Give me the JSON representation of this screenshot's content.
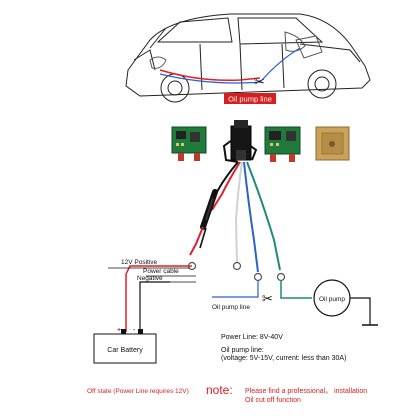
{
  "diagram": {
    "car_label": "Oil pump line",
    "labels": {
      "v12_positive": "12V Positive",
      "power_cable": "Power cable",
      "negative": "Negative",
      "oil_pump_line": "Oil pump line",
      "oil_pump": "Oil pump",
      "car_battery": "Car Battery",
      "plus": "+",
      "minus": "-"
    },
    "specs": {
      "power_line": "Power Line: 8V-40V",
      "oil_pump_line_title": "Oil pump line:",
      "oil_pump_line_detail": "(voltage: 5V-15V, current: less than 30A)"
    },
    "footer": {
      "off_state": "Off state (Power Line requires 12V)",
      "note_label": "note:",
      "note_line1": "Please find a professional， installation",
      "note_line2": "Oil cut off function"
    },
    "colors": {
      "red": "#e0202a",
      "black": "#111111",
      "blue": "#2a62c8",
      "green": "#1e8a78",
      "white_wire": "#cfd3d6",
      "pcb_green": "#1f7a3c",
      "gold": "#c9a25b"
    }
  }
}
